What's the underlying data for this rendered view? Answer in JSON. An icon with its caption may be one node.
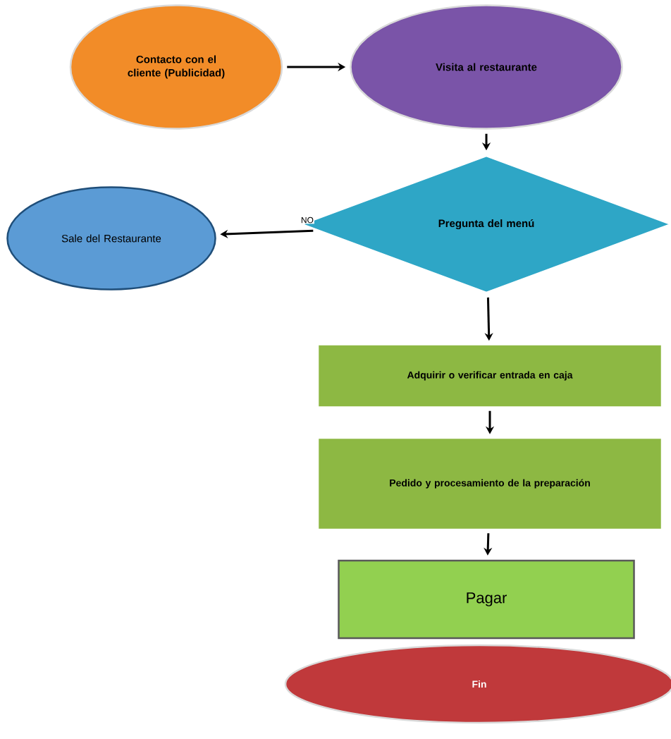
{
  "diagram": {
    "nodes": [
      {
        "text": [
          "Contacto con el cliente (Publicidad)"
        ]
      },
      {
        "text": [
          "Visita al restaurante"
        ]
      },
      {
        "text": [
          "Pregunta del menú"
        ]
      },
      {
        "text": [
          "Sale del Restaurante"
        ]
      },
      {
        "text": [
          "Adquirir o verificar entrada en caja"
        ]
      },
      {
        "text": [
          "Pedido y procesamiento de la preparación"
        ]
      },
      {
        "text": [
          "Pagar"
        ]
      },
      {
        "text": [
          "Fin"
        ]
      }
    ],
    "edges": [
      {
        "from": 0,
        "to": 1,
        "arrow": "to"
      },
      {
        "from": 1,
        "to": 2,
        "arrow": "to"
      },
      {
        "from": 2,
        "to": 3,
        "arrow": "to",
        "label": "NO"
      },
      {
        "from": 2,
        "to": 4,
        "arrow": "to"
      },
      {
        "from": 4,
        "to": 5,
        "arrow": "to"
      },
      {
        "from": 5,
        "to": 6,
        "arrow": "to"
      }
    ]
  }
}
